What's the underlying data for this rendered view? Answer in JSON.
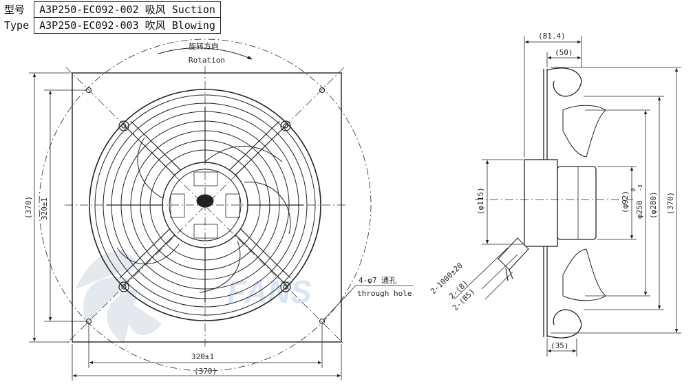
{
  "type_table": {
    "rows": [
      {
        "label": "型号",
        "model": "A3P250-EC092-002",
        "mode_cn": "吸风",
        "mode_en": "Suction"
      },
      {
        "label": "Type",
        "model": "A3P250-EC092-003",
        "mode_cn": "吹风",
        "mode_en": "Blowing"
      }
    ]
  },
  "rotation": {
    "cn": "旋转方向",
    "en": "Rotation"
  },
  "front_view": {
    "dim_bottom_hole_spacing": "320±1",
    "dim_bottom_overall": "(370)",
    "dim_left_hole_spacing": "320±1",
    "dim_left_overall": "(370)",
    "hole_note_cn": "4-φ7 通孔",
    "hole_note_en": "through hole"
  },
  "side_view": {
    "dim_depth_total": "(81.4)",
    "dim_depth_frame": "(50)",
    "dim_depth_lower": "(35)",
    "dim_hub": "(φ115)",
    "dim_motor": "(φ92)",
    "dim_impeller": "φ250",
    "dim_impeller_tol_upper": "0",
    "dim_impeller_tol_lower": "-3",
    "dim_guard": "(φ280)",
    "dim_overall": "(370)",
    "cable_length": "2-1000±20",
    "cable_strip_1": "2-(8)",
    "cable_strip_2": "2-(85)"
  },
  "watermark": "FANS"
}
